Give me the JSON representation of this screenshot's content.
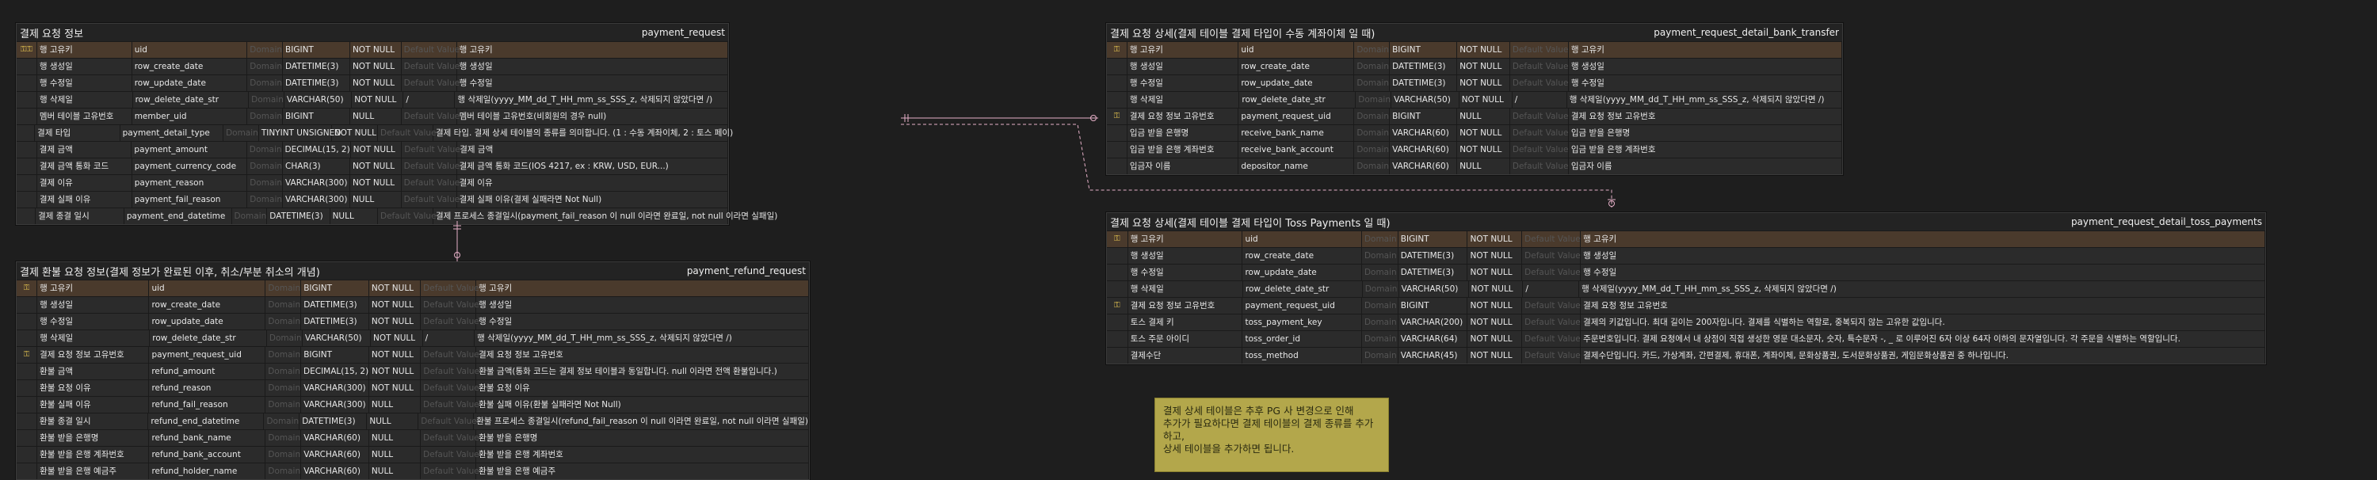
{
  "labels": {
    "domain": "Domain",
    "default": "Default Value"
  },
  "entities": [
    {
      "key": "payment_request",
      "logical": "결제 요청 정보",
      "physical": "payment_request",
      "rows": [
        {
          "key": "pk-fk",
          "logical": "행 고유키",
          "physical": "uid",
          "type": "BIGINT",
          "null": "NOT NULL",
          "comment": "행 고유키"
        },
        {
          "key": "",
          "logical": "행 생성일",
          "physical": "row_create_date",
          "type": "DATETIME(3)",
          "null": "NOT NULL",
          "comment": "행 생성일"
        },
        {
          "key": "",
          "logical": "행 수정일",
          "physical": "row_update_date",
          "type": "DATETIME(3)",
          "null": "NOT NULL",
          "comment": "행 수정일"
        },
        {
          "key": "",
          "logical": "행 삭제일",
          "physical": "row_delete_date_str",
          "type": "VARCHAR(50)",
          "null": "NOT NULL",
          "null2": "/",
          "comment": "행 삭제일(yyyy_MM_dd_T_HH_mm_ss_SSS_z, 삭제되지 않았다면 /)"
        },
        {
          "key": "",
          "logical": "멤버 테이블 고유번호",
          "physical": "member_uid",
          "type": "BIGINT",
          "null": "NULL",
          "comment": "멤버 테이블 고유번호(비회원의 경우 null)"
        },
        {
          "key": "",
          "logical": "결제 타입",
          "physical": "payment_detail_type",
          "type": "TINYINT UNSIGNED",
          "null": "NOT NULL",
          "comment": "결제 타입. 결제 상세 테이블의 종류를 의미합니다. (1 : 수동 계좌이체, 2 : 토스 페이)"
        },
        {
          "key": "",
          "logical": "결제 금액",
          "physical": "payment_amount",
          "type": "DECIMAL(15, 2)",
          "null": "NOT NULL",
          "comment": "결제 금액"
        },
        {
          "key": "",
          "logical": "결제 금액 통화 코드",
          "physical": "payment_currency_code",
          "type": "CHAR(3)",
          "null": "NOT NULL",
          "comment": "결제 금액 통화 코드(IOS 4217, ex : KRW, USD, EUR...)"
        },
        {
          "key": "",
          "logical": "결제 이유",
          "physical": "payment_reason",
          "type": "VARCHAR(300)",
          "null": "NOT NULL",
          "comment": "결제 이유"
        },
        {
          "key": "",
          "logical": "결제 실패 이유",
          "physical": "payment_fail_reason",
          "type": "VARCHAR(300)",
          "null": "NULL",
          "comment": "결제 실패 이유(결제 실패라면 Not Null)"
        },
        {
          "key": "",
          "logical": "결제 종결 일시",
          "physical": "payment_end_datetime",
          "type": "DATETIME(3)",
          "null": "NULL",
          "comment": "결제 프로세스 종결일시(payment_fail_reason 이 null 이라면 완료일, not null 이라면 실패일)"
        }
      ]
    },
    {
      "key": "payment_refund_request",
      "logical": "결제 환불 요청 정보(결제 정보가 완료된 이후, 취소/부분 취소의 개념)",
      "physical": "payment_refund_request",
      "rows": [
        {
          "key": "pk",
          "logical": "행 고유키",
          "physical": "uid",
          "type": "BIGINT",
          "null": "NOT NULL",
          "comment": "행 고유키"
        },
        {
          "key": "",
          "logical": "행 생성일",
          "physical": "row_create_date",
          "type": "DATETIME(3)",
          "null": "NOT NULL",
          "comment": "행 생성일"
        },
        {
          "key": "",
          "logical": "행 수정일",
          "physical": "row_update_date",
          "type": "DATETIME(3)",
          "null": "NOT NULL",
          "comment": "행 수정일"
        },
        {
          "key": "",
          "logical": "행 삭제일",
          "physical": "row_delete_date_str",
          "type": "VARCHAR(50)",
          "null": "NOT NULL",
          "null2": "/",
          "comment": "행 삭제일(yyyy_MM_dd_T_HH_mm_ss_SSS_z, 삭제되지 않았다면 /)"
        },
        {
          "key": "fk",
          "logical": "결제 요청 정보 고유번호",
          "physical": "payment_request_uid",
          "type": "BIGINT",
          "null": "NOT NULL",
          "comment": "결제 요청 정보 고유번호"
        },
        {
          "key": "",
          "logical": "환불 금액",
          "physical": "refund_amount",
          "type": "DECIMAL(15, 2)",
          "null": "NOT NULL",
          "comment": "환불 금액(통화 코드는 결제 정보 테이블과 동일합니다. null 이라면 전액 환불입니다.)"
        },
        {
          "key": "",
          "logical": "환불 요청 이유",
          "physical": "refund_reason",
          "type": "VARCHAR(300)",
          "null": "NOT NULL",
          "comment": "환불 요청 이유"
        },
        {
          "key": "",
          "logical": "환불 실패 이유",
          "physical": "refund_fail_reason",
          "type": "VARCHAR(300)",
          "null": "NULL",
          "comment": "환불 실패 이유(환불 실패라면 Not Null)"
        },
        {
          "key": "",
          "logical": "환불 종결 일시",
          "physical": "refund_end_datetime",
          "type": "DATETIME(3)",
          "null": "NULL",
          "comment": "환불 프로세스 종결일시(refund_fail_reason 이 null 이라면 완료일, not null 이라면 실패일)"
        },
        {
          "key": "",
          "logical": "환불 받을 은행명",
          "physical": "refund_bank_name",
          "type": "VARCHAR(60)",
          "null": "NULL",
          "comment": "환불 받을 은행명"
        },
        {
          "key": "",
          "logical": "환불 받을 은행 계좌번호",
          "physical": "refund_bank_account",
          "type": "VARCHAR(60)",
          "null": "NULL",
          "comment": "환불 받을 은행 계좌번호"
        },
        {
          "key": "",
          "logical": "환불 받을 은행 예금주",
          "physical": "refund_holder_name",
          "type": "VARCHAR(60)",
          "null": "NULL",
          "comment": "환불 받을 은행 예금주"
        }
      ]
    },
    {
      "key": "payment_request_detail_bank_transfer",
      "logical": "결제 요청 상세(결제 테이블 결제 타입이 수동 계좌이체 일 때)",
      "physical": "payment_request_detail_bank_transfer",
      "rows": [
        {
          "key": "pk",
          "logical": "행 고유키",
          "physical": "uid",
          "type": "BIGINT",
          "null": "NOT NULL",
          "comment": "행 고유키"
        },
        {
          "key": "",
          "logical": "행 생성일",
          "physical": "row_create_date",
          "type": "DATETIME(3)",
          "null": "NOT NULL",
          "comment": "행 생성일"
        },
        {
          "key": "",
          "logical": "행 수정일",
          "physical": "row_update_date",
          "type": "DATETIME(3)",
          "null": "NOT NULL",
          "comment": "행 수정일"
        },
        {
          "key": "",
          "logical": "행 삭제일",
          "physical": "row_delete_date_str",
          "type": "VARCHAR(50)",
          "null": "NOT NULL",
          "null2": "/",
          "comment": "행 삭제일(yyyy_MM_dd_T_HH_mm_ss_SSS_z, 삭제되지 않았다면 /)"
        },
        {
          "key": "fk",
          "logical": "결제 요청 정보 고유번호",
          "physical": "payment_request_uid",
          "type": "BIGINT",
          "null": "NULL",
          "comment": "결제 요청 정보 고유번호"
        },
        {
          "key": "",
          "logical": "입금 받을 은행명",
          "physical": "receive_bank_name",
          "type": "VARCHAR(60)",
          "null": "NOT NULL",
          "comment": "입금 받을 은행명"
        },
        {
          "key": "",
          "logical": "입금 받을 은행 계좌번호",
          "physical": "receive_bank_account",
          "type": "VARCHAR(60)",
          "null": "NOT NULL",
          "comment": "입금 받을 은행 계좌번호"
        },
        {
          "key": "",
          "logical": "입금자 이름",
          "physical": "depositor_name",
          "type": "VARCHAR(60)",
          "null": "NULL",
          "comment": "입금자 이름"
        }
      ]
    },
    {
      "key": "payment_request_detail_toss_payments",
      "logical": "결제 요청 상세(결제 테이블 결제 타입이 Toss Payments 일 때)",
      "physical": "payment_request_detail_toss_payments",
      "rows": [
        {
          "key": "pk",
          "logical": "행 고유키",
          "physical": "uid",
          "type": "BIGINT",
          "null": "NOT NULL",
          "comment": "행 고유키"
        },
        {
          "key": "",
          "logical": "행 생성일",
          "physical": "row_create_date",
          "type": "DATETIME(3)",
          "null": "NOT NULL",
          "comment": "행 생성일"
        },
        {
          "key": "",
          "logical": "행 수정일",
          "physical": "row_update_date",
          "type": "DATETIME(3)",
          "null": "NOT NULL",
          "comment": "행 수정일"
        },
        {
          "key": "",
          "logical": "행 삭제일",
          "physical": "row_delete_date_str",
          "type": "VARCHAR(50)",
          "null": "NOT NULL",
          "null2": "/",
          "comment": "행 삭제일(yyyy_MM_dd_T_HH_mm_ss_SSS_z, 삭제되지 않았다면 /)"
        },
        {
          "key": "fk",
          "logical": "결제 요청 정보 고유번호",
          "physical": "payment_request_uid",
          "type": "BIGINT",
          "null": "NOT NULL",
          "comment": "결제 요청 정보 고유번호"
        },
        {
          "key": "",
          "logical": "토스 결제 키",
          "physical": "toss_payment_key",
          "type": "VARCHAR(200)",
          "null": "NOT NULL",
          "comment": "결제의 키값입니다. 최대 길이는 200자입니다. 결제를 식별하는 역할로, 중복되지 않는 고유한 값입니다."
        },
        {
          "key": "",
          "logical": "토스 주문 아이디",
          "physical": "toss_order_id",
          "type": "VARCHAR(64)",
          "null": "NOT NULL",
          "comment": "주문번호입니다. 결제 요청에서 내 상점이 직접 생성한 영문 대소문자, 숫자, 특수문자 -, _ 로 이루어진 6자 이상 64자 이하의 문자열입니다. 각 주문을 식별하는 역할입니다."
        },
        {
          "key": "",
          "logical": "결제수단",
          "physical": "toss_method",
          "type": "VARCHAR(45)",
          "null": "NOT NULL",
          "comment": "결제수단입니다. 카드, 가상계좌, 간편결제, 휴대폰, 계좌이체, 문화상품권, 도서문화상품권, 게임문화상품권 중 하나입니다."
        }
      ]
    }
  ],
  "note": {
    "lines": [
      "결제 상세 테이블은 추후 PG 사 변경으로 인해",
      "추가가 필요하다면 결제 테이블의 결제 종류를 추가하고,",
      "상세 테이블을 추가하면 됩니다."
    ]
  },
  "colors": {
    "pk_row": "#4a3a2c",
    "key_icon": "#e0c050",
    "relation_line": "#e6b0c8",
    "note_bg": "#b3a74b"
  }
}
